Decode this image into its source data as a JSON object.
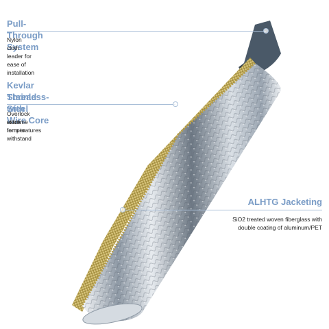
{
  "callouts": [
    {
      "title_lines": [
        "Pull-Through System"
      ],
      "description_lines": [
        "Nylon cloth leader for ease of installation"
      ]
    },
    {
      "title_lines": [
        "Kevlar Thread with",
        "Stainless-Steel Wire Core"
      ],
      "description_lines": [
        "Overlock stitch form to withstand",
        "extreme temperatures"
      ]
    },
    {
      "title_lines": [
        "ALHTG Jacketing"
      ],
      "description_lines": [
        "SiO2 treated woven fiberglass with",
        "double coating of aluminum/PET"
      ]
    }
  ],
  "colors": {
    "heading": "#7a9cc6",
    "leader_line": "#a9bfd8",
    "body_text": "#222222",
    "nylon_leader": "#4a5968",
    "kevlar_stitch": "#c9b25a",
    "foil": "#c5cdd6"
  }
}
